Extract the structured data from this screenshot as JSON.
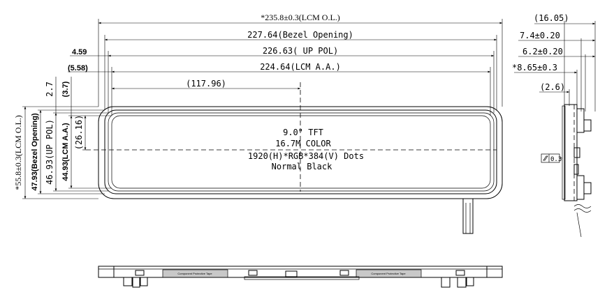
{
  "dimensions": {
    "lcm_ol_width": "*235.8±0.3(LCM O.L.)",
    "bezel_opening_width": "227.64(Bezel Opening)",
    "up_pol_width": "226.63( UP POL)",
    "lcm_aa_width": "224.64(LCM A.A.)",
    "offset_4_59": "4.59",
    "offset_5_58": "(5.58)",
    "center_117_96": "(117.96)",
    "offset_2_7": "2.7",
    "offset_3_7": "(3.7)",
    "center_26_16": "(26.16)",
    "lcm_ol_height": "*55.8±0.3(LCM O.L.)",
    "bezel_opening_height": "47.93(Bezel Opening)",
    "up_pol_height": "46.93(UP POL)",
    "lcm_aa_height": "44.93(LCM A.A.)",
    "side_total": "(16.05)",
    "side_7_4": "7.4±0.20",
    "side_6_2": "6.2±0.20",
    "side_8_65": "*8.65±0.3",
    "side_2_6": "(2.6)",
    "flatness": "0.3"
  },
  "spec": {
    "line1": "9.0\" TFT",
    "line2": "16.7M COLOR",
    "line3": "1920(H)*RGB*384(V) Dots",
    "line4": "Normal Black"
  },
  "bottom_view": {
    "tape_left": "Component Protective Tape",
    "tape_right": "Component Protective Tape"
  }
}
